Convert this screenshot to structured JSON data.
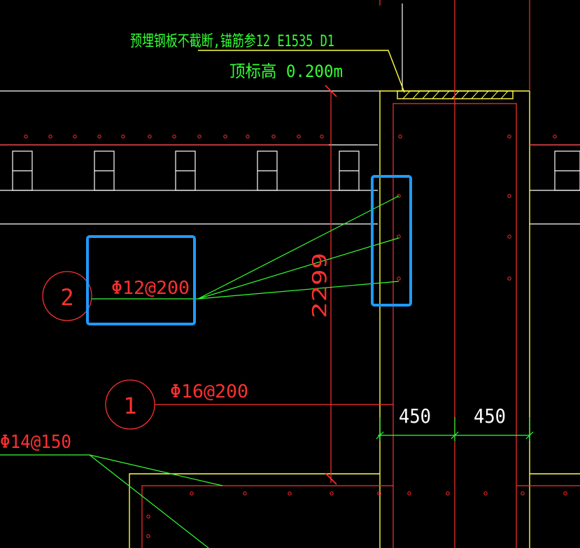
{
  "colors": {
    "background": "#000000",
    "white": "#ffffff",
    "red": "#ff3030",
    "green": "#33ff33",
    "yellow": "#ffff44",
    "highlight": "#1e9bff"
  },
  "annotations": {
    "embed_line1": "预埋钢板不截断,锚筋参12 E1535  D1",
    "embed_line2": "顶标高 0.200m",
    "rebar2_label": "Φ12@200",
    "rebar2_tag": "2",
    "rebar1_label": "Φ16@200",
    "rebar1_tag": "1",
    "rebar3_label": "Φ14@150",
    "height_dim": "2299",
    "width_dim_left": "450",
    "width_dim_right": "450"
  }
}
